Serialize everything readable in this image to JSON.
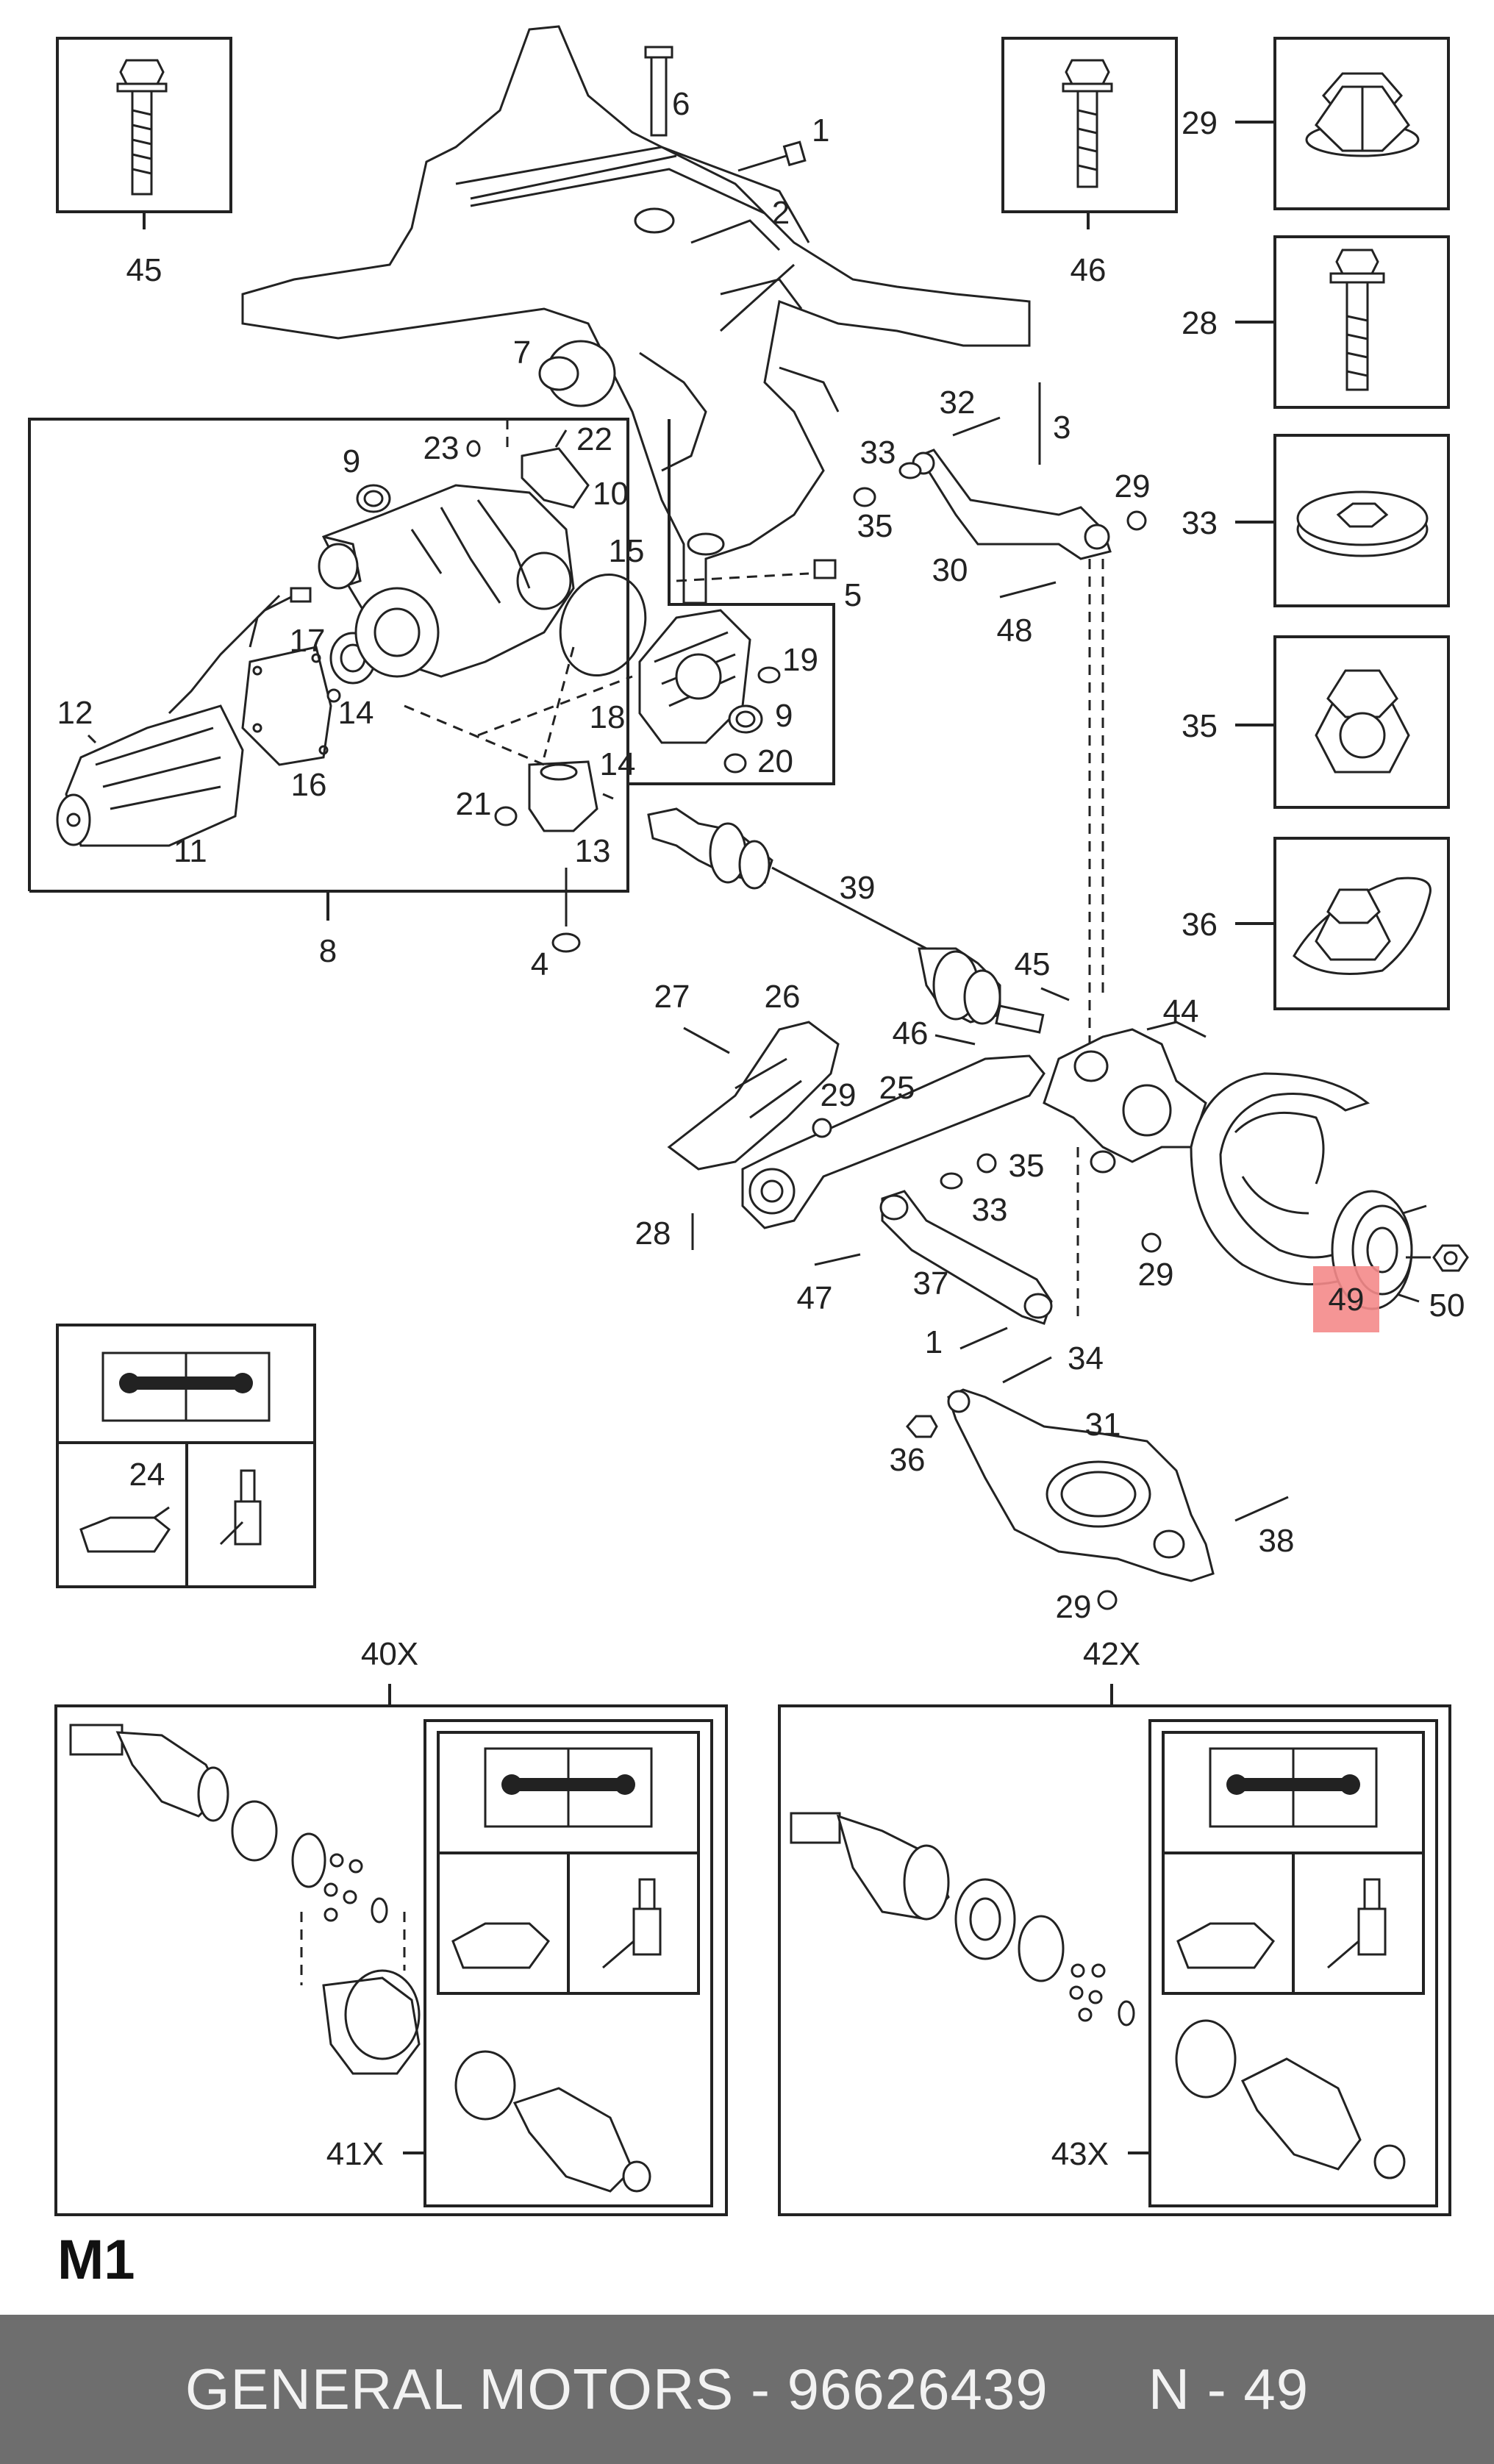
{
  "page_label": "M1",
  "footer": {
    "brand": "GENERAL MOTORS",
    "separator": "-",
    "part_number": "96626439",
    "ref": "N - 49"
  },
  "highlight_color": "#f48a8a",
  "callouts": {
    "c1a": "1",
    "c1b": "1",
    "c2": "2",
    "c3": "3",
    "c4": "4",
    "c5": "5",
    "c6": "6",
    "c7": "7",
    "c8": "8",
    "c9a": "9",
    "c9b": "9",
    "c10": "10",
    "c11": "11",
    "c12": "12",
    "c13": "13",
    "c14a": "14",
    "c14b": "14",
    "c15": "15",
    "c16": "16",
    "c17": "17",
    "c18": "18",
    "c19": "19",
    "c20": "20",
    "c21": "21",
    "c22": "22",
    "c23": "23",
    "c24": "24",
    "c25": "25",
    "c26": "26",
    "c27": "27",
    "c28a": "28",
    "c28b": "28",
    "c29a": "29",
    "c29b": "29",
    "c29c": "29",
    "c29d": "29",
    "c29e": "29",
    "c30": "30",
    "c31": "31",
    "c32": "32",
    "c33a": "33",
    "c33b": "33",
    "c33c": "33",
    "c34": "34",
    "c35a": "35",
    "c35b": "35",
    "c35c": "35",
    "c36a": "36",
    "c36b": "36",
    "c37": "37",
    "c38": "38",
    "c39": "39",
    "c40x": "40X",
    "c41x": "41X",
    "c42x": "42X",
    "c43x": "43X",
    "c44": "44",
    "c45a": "45",
    "c45b": "45",
    "c46a": "46",
    "c46b": "46",
    "c47": "47",
    "c48": "48",
    "c49": "49",
    "c50": "50"
  },
  "icons": {
    "manual": "service-manual-icon",
    "grease": "grease-can-icon",
    "sealant": "sealant-bottle-icon"
  }
}
